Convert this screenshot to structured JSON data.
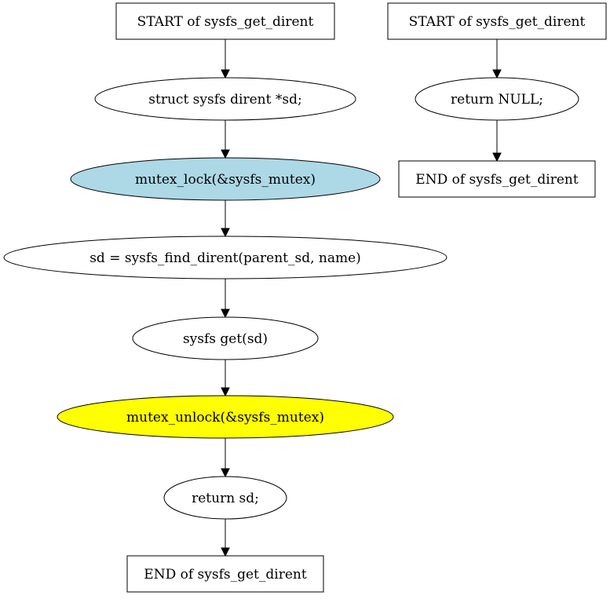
{
  "diagram": {
    "nodes": [
      {
        "id": "L0",
        "shape": "box",
        "label": "START of sysfs_get_dirent",
        "fill": "#ffffff"
      },
      {
        "id": "L1",
        "shape": "ellipse",
        "label": "struct sysfs  dirent *sd;",
        "fill": "#ffffff"
      },
      {
        "id": "L2",
        "shape": "ellipse",
        "label": "mutex_lock(&sysfs_mutex)",
        "fill": "#add8e6"
      },
      {
        "id": "L3",
        "shape": "ellipse",
        "label": "sd = sysfs_find_dirent(parent_sd, name)",
        "fill": "#ffffff"
      },
      {
        "id": "L4",
        "shape": "ellipse",
        "label": "sysfs  get(sd)",
        "fill": "#ffffff"
      },
      {
        "id": "L5",
        "shape": "ellipse",
        "label": "mutex_unlock(&sysfs_mutex)",
        "fill": "#ffff00"
      },
      {
        "id": "L6",
        "shape": "ellipse",
        "label": "return sd;",
        "fill": "#ffffff"
      },
      {
        "id": "L7",
        "shape": "box",
        "label": "END of sysfs_get_dirent",
        "fill": "#ffffff"
      },
      {
        "id": "R0",
        "shape": "box",
        "label": "START of sysfs_get_dirent",
        "fill": "#ffffff"
      },
      {
        "id": "R1",
        "shape": "ellipse",
        "label": "return NULL;",
        "fill": "#ffffff"
      },
      {
        "id": "R2",
        "shape": "box",
        "label": "END of sysfs_get_dirent",
        "fill": "#ffffff"
      }
    ],
    "edges": [
      {
        "from": "L0",
        "to": "L1"
      },
      {
        "from": "L1",
        "to": "L2"
      },
      {
        "from": "L2",
        "to": "L3"
      },
      {
        "from": "L3",
        "to": "L4"
      },
      {
        "from": "L4",
        "to": "L5"
      },
      {
        "from": "L5",
        "to": "L6"
      },
      {
        "from": "L6",
        "to": "L7"
      },
      {
        "from": "R0",
        "to": "R1"
      },
      {
        "from": "R1",
        "to": "R2"
      }
    ]
  }
}
